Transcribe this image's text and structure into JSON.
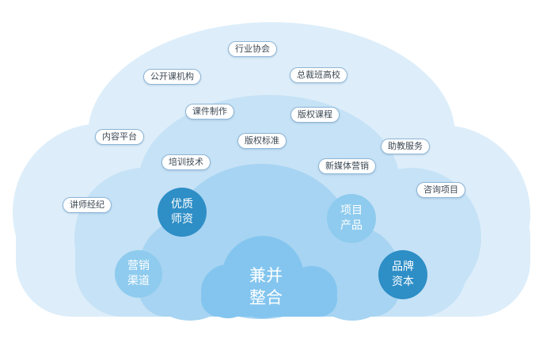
{
  "tags": {
    "hangye": "行业协会",
    "gongkai": "公开课机构",
    "zongcai": "总裁班高校",
    "kejian": "课件制作",
    "banquan_kecheng": "版权课程",
    "neirong": "内容平台",
    "banquan_biaozhun": "版权标准",
    "zhujiao": "助教服务",
    "peixun": "培训技术",
    "xinmeiti": "新媒体营销",
    "zixun": "咨询项目",
    "jiangshi": "讲师经纪"
  },
  "circles": {
    "youzhi_line1": "优质",
    "youzhi_line2": "师资",
    "xiangmu_line1": "项目",
    "xiangmu_line2": "产品",
    "yingxiao_line1": "营销",
    "yingxiao_line2": "渠道",
    "pinpai_line1": "品牌",
    "pinpai_line2": "资本"
  },
  "center": {
    "line1": "兼并",
    "line2": "整合"
  }
}
